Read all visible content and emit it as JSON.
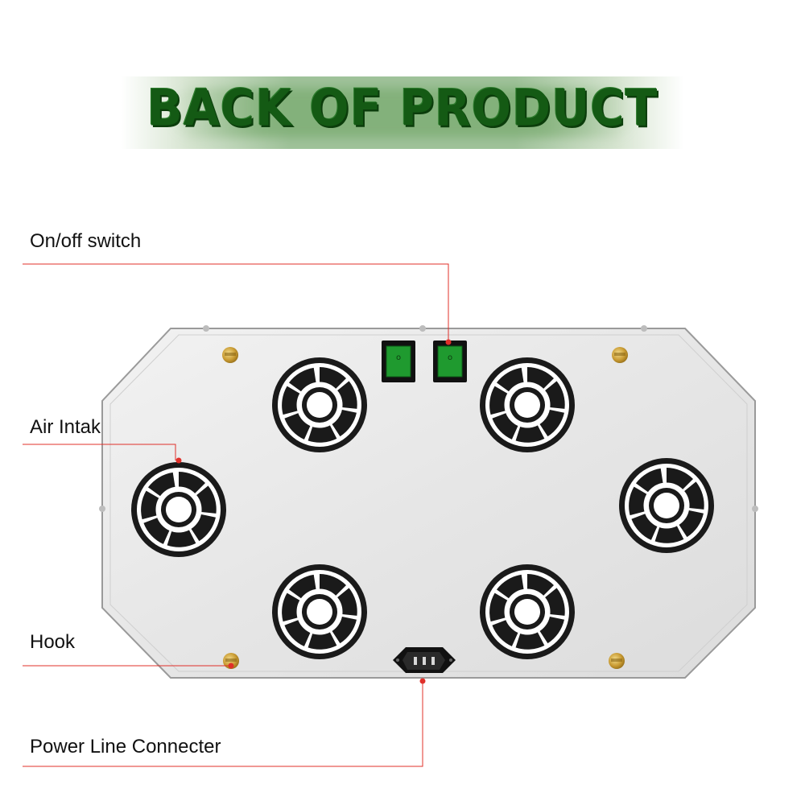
{
  "title": "BACK OF PRODUCT",
  "callouts": {
    "switch": "On/off switch",
    "air_intake": "Air Intake",
    "hook": "Hook",
    "power": "Power Line Connecter"
  },
  "switch_marks": [
    "o",
    "o"
  ],
  "colors": {
    "title_green": "#145a14",
    "switch_green": "#1f9a2f",
    "callout_red": "#e0302a",
    "panel_fill": "#e9e9e9"
  }
}
